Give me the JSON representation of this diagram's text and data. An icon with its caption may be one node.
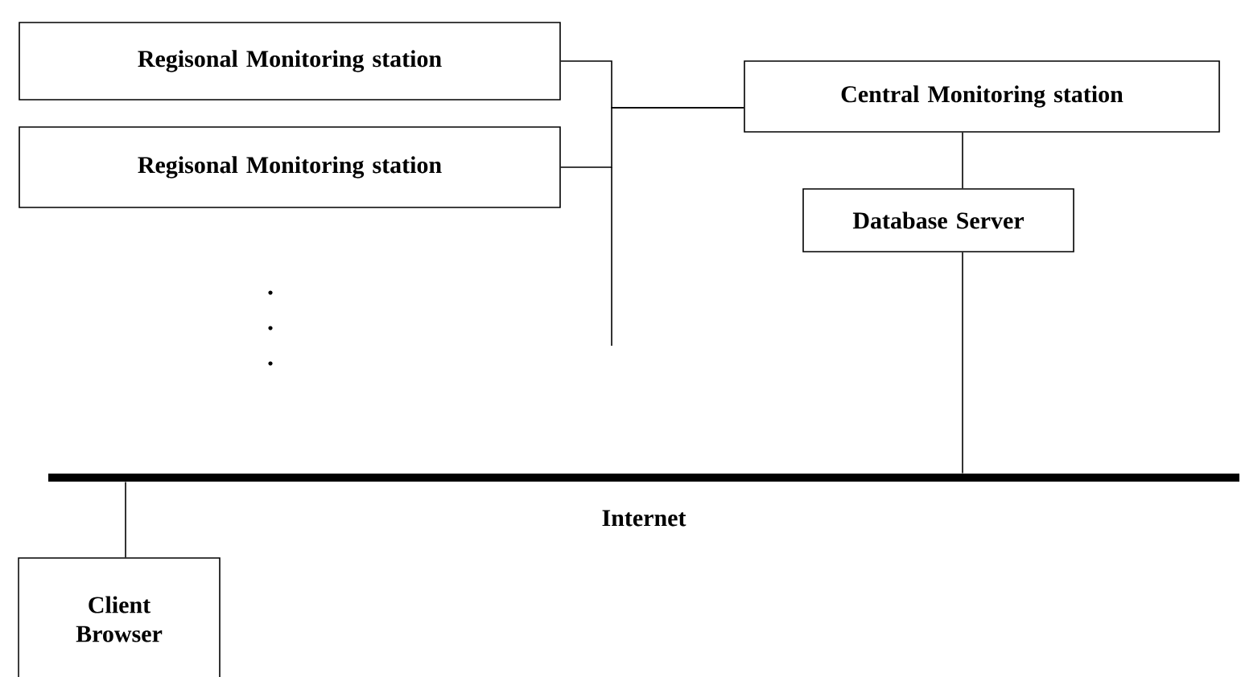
{
  "diagram": {
    "nodes": [
      {
        "text": [
          "Regisonal Monitoring station"
        ]
      },
      {
        "text": [
          "Regisonal Monitoring station"
        ]
      },
      {
        "text": [
          "Central Monitoring station"
        ]
      },
      {
        "text": [
          "Database Server"
        ]
      },
      {
        "text": [
          "Internet"
        ]
      },
      {
        "text": [
          "Client Browser"
        ]
      }
    ],
    "edges": [
      {
        "from": 0,
        "to": 2,
        "arrow": "none"
      },
      {
        "from": 1,
        "to": 2,
        "arrow": "none"
      },
      {
        "from": 2,
        "to": 3,
        "arrow": "none"
      },
      {
        "from": 3,
        "to": 4,
        "arrow": "none"
      },
      {
        "from": 4,
        "to": 5,
        "arrow": "none"
      }
    ]
  }
}
